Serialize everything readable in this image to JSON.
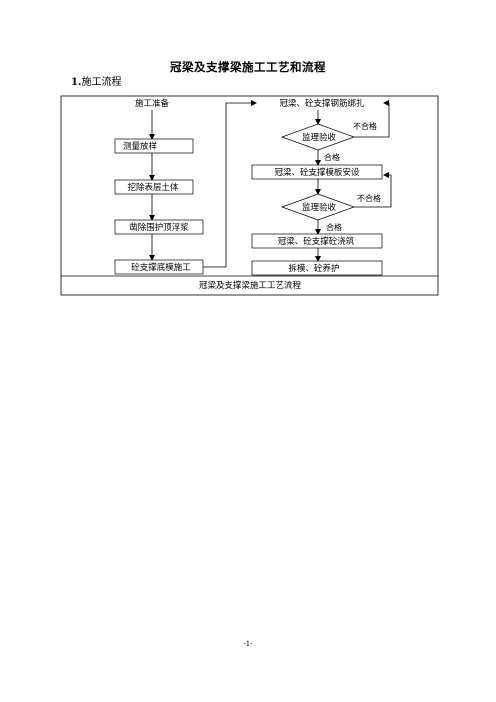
{
  "document": {
    "title": "冠梁及支撑梁施工工艺和流程",
    "section_number": "1.",
    "section_title": "施工流程",
    "page_number": "-1-"
  },
  "flowchart": {
    "left_column": [
      "施工准备",
      "测量放样",
      "挖除表层土体",
      "凿除围护顶浮浆",
      "砼支撑底模施工"
    ],
    "right_column": {
      "rebar": "冠梁、砼支撑钢筋绑扎",
      "inspection_1": "监理验收",
      "formwork": "冠梁、砼支撑模板安设",
      "inspection_2": "监理验收",
      "pouring": "冠梁、砼支撑砼浇筑",
      "curing": "拆模、砼养护"
    },
    "labels": {
      "fail": "不合格",
      "pass": "合格"
    },
    "caption": "冠梁及支撑梁施工工艺流程"
  }
}
